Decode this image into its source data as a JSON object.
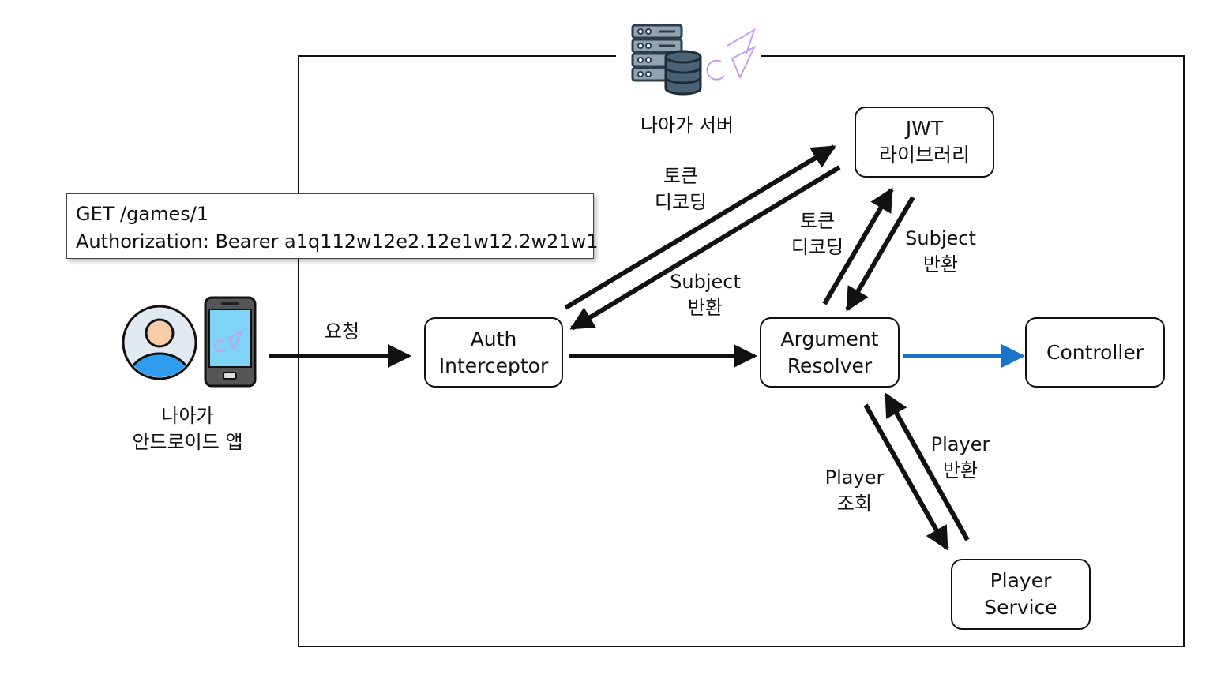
{
  "server": {
    "label": "나아가 서버",
    "icon": "server-database-icon"
  },
  "client": {
    "label_line1": "나아가",
    "label_line2": "안드로이드 앱",
    "icons": [
      "user-avatar-icon",
      "smartphone-icon"
    ]
  },
  "request": {
    "line1": "GET /games/1",
    "line2": "Authorization: Bearer a1q112w12e2.12e1w12.2w21w1"
  },
  "nodes": {
    "auth_interceptor": {
      "line1": "Auth",
      "line2": "Interceptor"
    },
    "argument_resolver": {
      "line1": "Argument",
      "line2": "Resolver"
    },
    "controller": {
      "line1": "Controller"
    },
    "jwt_library": {
      "line1": "JWT",
      "line2": "라이브러리"
    },
    "player_service": {
      "line1": "Player",
      "line2": "Service"
    }
  },
  "edges": {
    "request": {
      "label": "요청"
    },
    "interceptor_token_decoding": {
      "line1": "토큰",
      "line2": "디코딩"
    },
    "interceptor_subject_return": {
      "line1": "Subject",
      "line2": "반환"
    },
    "resolver_token_decoding": {
      "line1": "토큰",
      "line2": "디코딩"
    },
    "resolver_subject_return": {
      "line1": "Subject",
      "line2": "반환"
    },
    "player_lookup": {
      "line1": "Player",
      "line2": "조회"
    },
    "player_return": {
      "line1": "Player",
      "line2": "반환"
    }
  },
  "colors": {
    "line": "#111111",
    "controller_arrow": "#1a73c6",
    "server_icon": "#4a6275",
    "logo_accent": "#c9a0e8"
  }
}
